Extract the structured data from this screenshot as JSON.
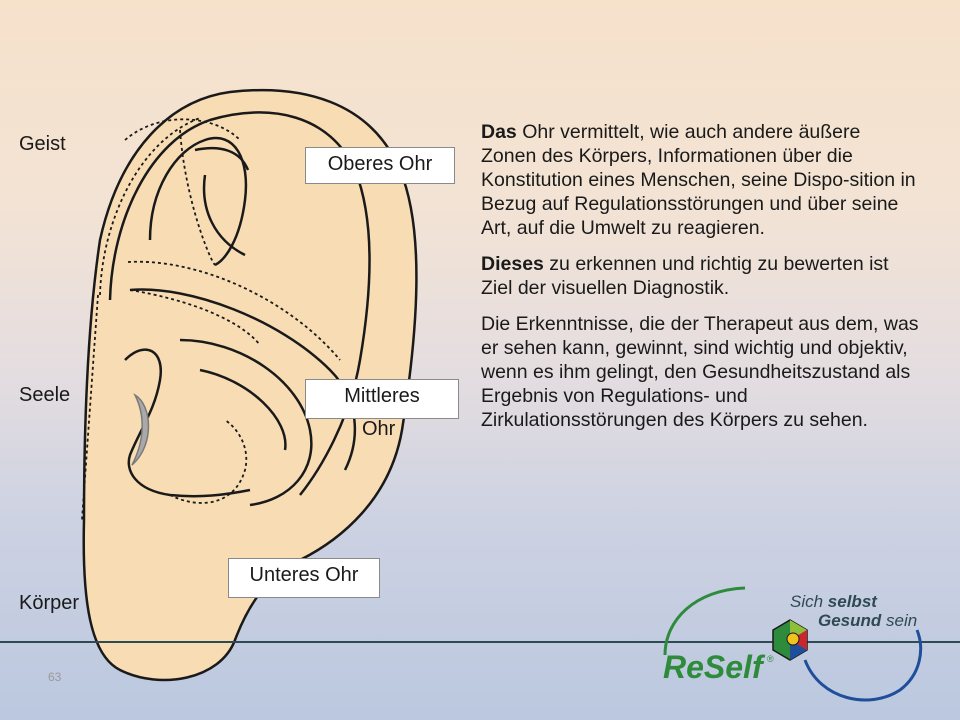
{
  "zones": {
    "geist": "Geist",
    "seele": "Seele",
    "koerper": "Körper"
  },
  "ear_labels": {
    "oberes": "Oberes Ohr",
    "mittleres_line1": "Mittleres",
    "mittleres_line2": "Ohr",
    "unteres": "Unteres Ohr"
  },
  "paragraphs": [
    {
      "lead": "Das",
      "rest": " Ohr vermittelt, wie auch andere äußere Zonen des Körpers, Informationen über die Konstitution eines Menschen, seine Dispo-sition in Bezug auf Regulationsstörungen und über seine Art, auf die Umwelt zu reagieren."
    },
    {
      "lead": "Dieses",
      "rest": " zu erkennen und richtig zu bewerten ist Ziel der visuellen Diagnostik."
    },
    {
      "lead": "",
      "rest": "Die Erkenntnisse, die der Therapeut aus dem, was er sehen kann, gewinnt, sind wichtig und objektiv, wenn es ihm gelingt, den Gesundheitszustand als Ergebnis von Regulations- und Zirkulationsstörungen des Körpers zu sehen."
    }
  ],
  "page_number": "63",
  "logo": {
    "brand": "ReSelf",
    "registered": "®",
    "tagline_line1_a": "Sich ",
    "tagline_line1_b": "selbst",
    "tagline_line2_a": "Gesund ",
    "tagline_line2_b": "sein"
  },
  "colors": {
    "ear_fill": "#f8dcb4",
    "logo_green": "#2e8b3c",
    "logo_blue": "#1f4e9a",
    "logo_red": "#c8282d",
    "logo_yellow": "#f2c21d",
    "bottom_line": "#2f4a52"
  }
}
